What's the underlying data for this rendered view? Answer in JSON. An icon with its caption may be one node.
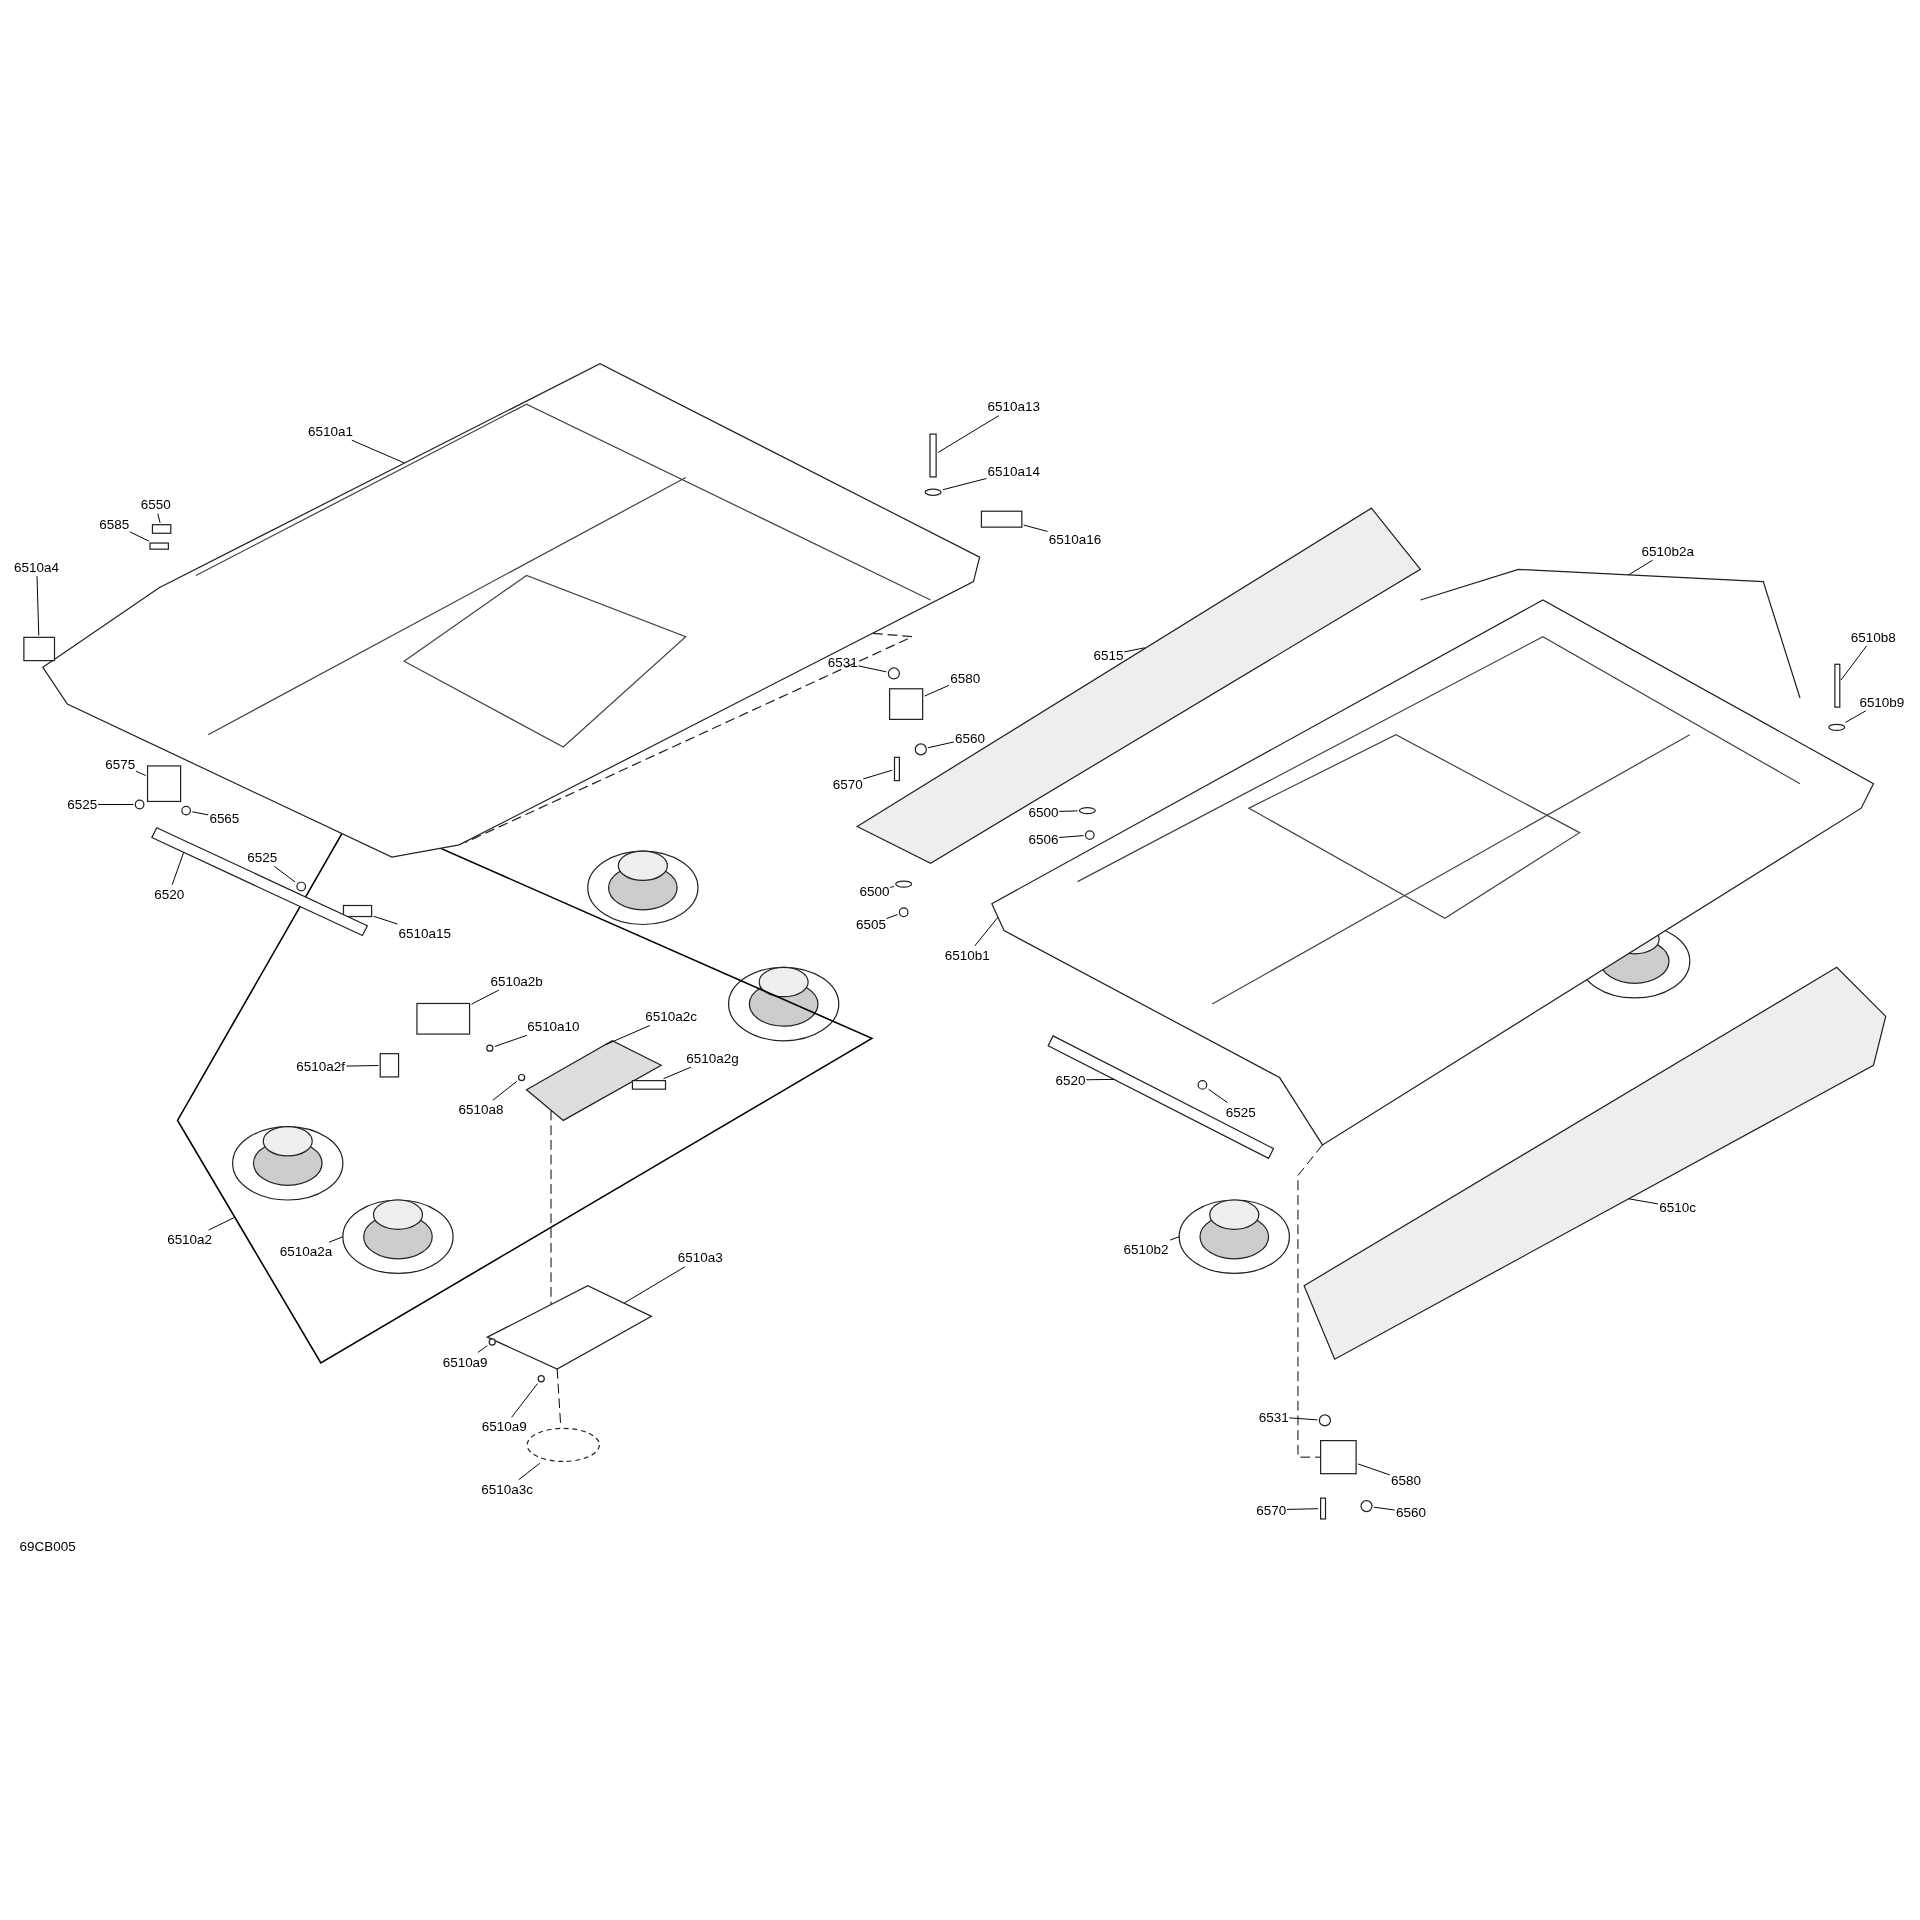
{
  "diagram": {
    "nodes": [
      {
        "text": [],
        "shape": "box"
      },
      {
        "text": [
          "6510a1"
        ]
      },
      {
        "text": [
          "6550"
        ]
      },
      {
        "text": [
          "6585"
        ]
      },
      {
        "text": [
          "6510a4"
        ]
      },
      {
        "text": [
          "6575"
        ]
      },
      {
        "text": [
          "6525"
        ]
      },
      {
        "text": [
          "6565"
        ]
      },
      {
        "text": [
          "6520"
        ]
      },
      {
        "text": [
          "6525"
        ]
      },
      {
        "text": [
          "6510a15"
        ],
        "in": 0
      },
      {
        "text": [
          "6510a13"
        ]
      },
      {
        "text": [
          "6510a14"
        ]
      },
      {
        "text": [
          "6510a16"
        ]
      },
      {
        "text": [
          "6531"
        ]
      },
      {
        "text": [
          "6580"
        ]
      },
      {
        "text": [
          "6560"
        ]
      },
      {
        "text": [
          "6570"
        ]
      },
      {
        "text": [
          "6515"
        ]
      },
      {
        "text": [
          "6500"
        ]
      },
      {
        "text": [
          "6506"
        ]
      },
      {
        "text": [
          "6500"
        ]
      },
      {
        "text": [
          "6505"
        ]
      },
      {
        "text": [
          "6510b2a"
        ]
      },
      {
        "text": [
          "6510b8"
        ]
      },
      {
        "text": [
          "6510b9"
        ]
      },
      {
        "text": [
          "6510b1"
        ]
      },
      {
        "text": [
          "6520"
        ]
      },
      {
        "text": [
          "6525"
        ]
      },
      {
        "text": [
          "6510b2"
        ]
      },
      {
        "text": [
          "6510c"
        ]
      },
      {
        "text": [
          "6531"
        ]
      },
      {
        "text": [
          "6580"
        ]
      },
      {
        "text": [
          "6570"
        ]
      },
      {
        "text": [
          "6560"
        ]
      },
      {
        "text": [
          "6510a2b"
        ],
        "in": 0
      },
      {
        "text": [
          "6510a10"
        ],
        "in": 0
      },
      {
        "text": [
          "6510a2f"
        ],
        "in": 0
      },
      {
        "text": [
          "6510a2c"
        ],
        "in": 0
      },
      {
        "text": [
          "6510a8"
        ],
        "in": 0
      },
      {
        "text": [
          "6510a2g"
        ],
        "in": 0
      },
      {
        "text": [
          "6510a2"
        ]
      },
      {
        "text": [
          "6510a2a"
        ],
        "in": 0
      },
      {
        "text": [
          "6510a3"
        ]
      },
      {
        "text": [
          "6510a9"
        ]
      },
      {
        "text": [
          "6510a9"
        ]
      },
      {
        "text": [
          "6510a3c"
        ]
      },
      {
        "text": [],
        "shape": "picture"
      },
      {
        "text": [],
        "shape": "box"
      },
      {
        "text": [],
        "shape": "box"
      },
      {
        "text": [],
        "shape": "box"
      },
      {
        "text": [],
        "shape": "box"
      },
      {
        "text": [],
        "shape": "circle"
      },
      {
        "text": [],
        "shape": "circle"
      },
      {
        "text": [],
        "shape": "bar"
      },
      {
        "text": [],
        "shape": "circle"
      },
      {
        "text": [],
        "shape": "box",
        "in": 0
      },
      {
        "text": [],
        "shape": "box"
      },
      {
        "text": [],
        "shape": "circle"
      },
      {
        "text": [],
        "shape": "box"
      },
      {
        "text": [],
        "shape": "circle"
      },
      {
        "text": [],
        "shape": "box"
      },
      {
        "text": [],
        "shape": "circle"
      },
      {
        "text": [],
        "shape": "box"
      },
      {
        "text": [],
        "shape": "picture"
      },
      {
        "text": [],
        "shape": "circle"
      },
      {
        "text": [],
        "shape": "circle"
      },
      {
        "text": [],
        "shape": "circle"
      },
      {
        "text": [],
        "shape": "circle"
      },
      {
        "text": [],
        "shape": "picture"
      },
      {
        "text": [],
        "shape": "box"
      },
      {
        "text": [],
        "shape": "circle"
      },
      {
        "text": [],
        "shape": "picture"
      },
      {
        "text": [],
        "shape": "bar"
      },
      {
        "text": [],
        "shape": "circle"
      },
      {
        "text": [],
        "shape": "picture"
      },
      {
        "text": [],
        "shape": "picture"
      },
      {
        "text": [],
        "shape": "circle"
      },
      {
        "text": [],
        "shape": "box"
      },
      {
        "text": [],
        "shape": "box"
      },
      {
        "text": [],
        "shape": "circle"
      },
      {
        "text": [],
        "shape": "box",
        "in": 0
      },
      {
        "text": [],
        "shape": "circle",
        "in": 0
      },
      {
        "text": [],
        "shape": "box",
        "in": 0
      },
      {
        "text": [],
        "shape": "picture",
        "in": 0
      },
      {
        "text": [],
        "shape": "circle",
        "in": 0
      },
      {
        "text": [],
        "shape": "box",
        "in": 0
      },
      {
        "text": [],
        "shape": "picture",
        "in": 0
      },
      {
        "text": [],
        "shape": "picture"
      },
      {
        "text": [],
        "shape": "circle"
      },
      {
        "text": [],
        "shape": "circle"
      },
      {
        "text": [],
        "shape": "circle"
      }
    ],
    "edges": [
      {
        "from": 1,
        "to": 47,
        "arrow": "none"
      },
      {
        "from": 2,
        "to": 48,
        "arrow": "none"
      },
      {
        "from": 3,
        "to": 49,
        "arrow": "none"
      },
      {
        "from": 4,
        "to": 50,
        "arrow": "none"
      },
      {
        "from": 5,
        "to": 51,
        "arrow": "none"
      },
      {
        "from": 6,
        "to": 52,
        "arrow": "none"
      },
      {
        "from": 7,
        "to": 53,
        "arrow": "none"
      },
      {
        "from": 8,
        "to": 54,
        "arrow": "none"
      },
      {
        "from": 9,
        "to": 55,
        "arrow": "none"
      },
      {
        "from": 10,
        "to": 56,
        "arrow": "none"
      },
      {
        "from": 11,
        "to": 57,
        "arrow": "none"
      },
      {
        "from": 12,
        "to": 58,
        "arrow": "none"
      },
      {
        "from": 13,
        "to": 59,
        "arrow": "none"
      },
      {
        "from": 14,
        "to": 60,
        "arrow": "none"
      },
      {
        "from": 15,
        "to": 61,
        "arrow": "none"
      },
      {
        "from": 16,
        "to": 62,
        "arrow": "none"
      },
      {
        "from": 17,
        "to": 63,
        "arrow": "none"
      },
      {
        "from": 18,
        "to": 64,
        "arrow": "none"
      },
      {
        "from": 19,
        "to": 65,
        "arrow": "none"
      },
      {
        "from": 20,
        "to": 66,
        "arrow": "none"
      },
      {
        "from": 21,
        "to": 67,
        "arrow": "none"
      },
      {
        "from": 22,
        "to": 68,
        "arrow": "none"
      },
      {
        "from": 23,
        "to": 69,
        "arrow": "none"
      },
      {
        "from": 24,
        "to": 70,
        "arrow": "none"
      },
      {
        "from": 25,
        "to": 71,
        "arrow": "none"
      },
      {
        "from": 26,
        "to": 72,
        "arrow": "none"
      },
      {
        "from": 27,
        "to": 73,
        "arrow": "none"
      },
      {
        "from": 28,
        "to": 74,
        "arrow": "none"
      },
      {
        "from": 29,
        "to": 75,
        "arrow": "none"
      },
      {
        "from": 30,
        "to": 76,
        "arrow": "none"
      },
      {
        "from": 31,
        "to": 77,
        "arrow": "none"
      },
      {
        "from": 32,
        "to": 78,
        "arrow": "none"
      },
      {
        "from": 33,
        "to": 79,
        "arrow": "none"
      },
      {
        "from": 34,
        "to": 80,
        "arrow": "none"
      },
      {
        "from": 35,
        "to": 81,
        "arrow": "none"
      },
      {
        "from": 36,
        "to": 82,
        "arrow": "none"
      },
      {
        "from": 37,
        "to": 83,
        "arrow": "none"
      },
      {
        "from": 38,
        "to": 84,
        "arrow": "none"
      },
      {
        "from": 39,
        "to": 85,
        "arrow": "none"
      },
      {
        "from": 40,
        "to": 86,
        "arrow": "none"
      },
      {
        "from": 41,
        "to": 0,
        "arrow": "none"
      },
      {
        "from": 42,
        "to": 87,
        "arrow": "none"
      },
      {
        "from": 43,
        "to": 88,
        "arrow": "none"
      },
      {
        "from": 44,
        "to": 89,
        "arrow": "none"
      },
      {
        "from": 45,
        "to": 90,
        "arrow": "none"
      },
      {
        "from": 46,
        "to": 91,
        "arrow": "none"
      },
      {
        "from": 84,
        "to": 88,
        "arrow": "none",
        "style": "dashed"
      },
      {
        "from": 88,
        "to": 91,
        "arrow": "none",
        "style": "dashed"
      },
      {
        "from": 72,
        "to": 78,
        "arrow": "none",
        "style": "dashed"
      }
    ],
    "labels": [
      "69CB005"
    ]
  }
}
